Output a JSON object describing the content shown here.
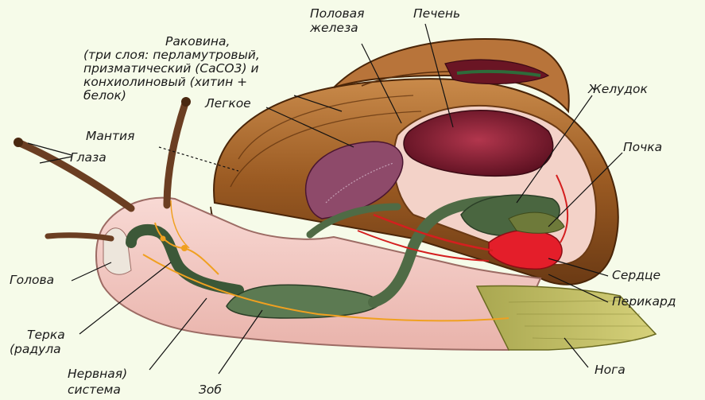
{
  "labels": {
    "shell_line1": "Раковина,",
    "shell_line2": "(три слоя: перламутровый,",
    "shell_line3": "призматический (CaCO3)  и",
    "shell_line4": "конхиолиновый (хитин +",
    "shell_line5": "белок)",
    "gonad_line1": "Половая",
    "gonad_line2": "железа",
    "liver": "Печень",
    "stomach": "Желудок",
    "lung": "Легкое",
    "mantle": "Мантия",
    "eyes": "Глаза",
    "kidney": "Почка",
    "head": "Голова",
    "heart": "Сердце",
    "pericardium": "Перикард",
    "radula_line1": "Терка",
    "radula_line2": "(радула",
    "nervous_line1": "Нервная)",
    "nervous_line2": "система",
    "crop": "Зоб",
    "foot": "Нога"
  },
  "colors": {
    "background": "#f6fbe9",
    "shell": "#9a5a22",
    "body": "#f3c6c0",
    "organs_dark": "#7a1d2a",
    "gut": "#4f6b45",
    "foot_side": "#b9b25a",
    "vessels": "#d41f1f",
    "nerves": "#f0a020"
  }
}
